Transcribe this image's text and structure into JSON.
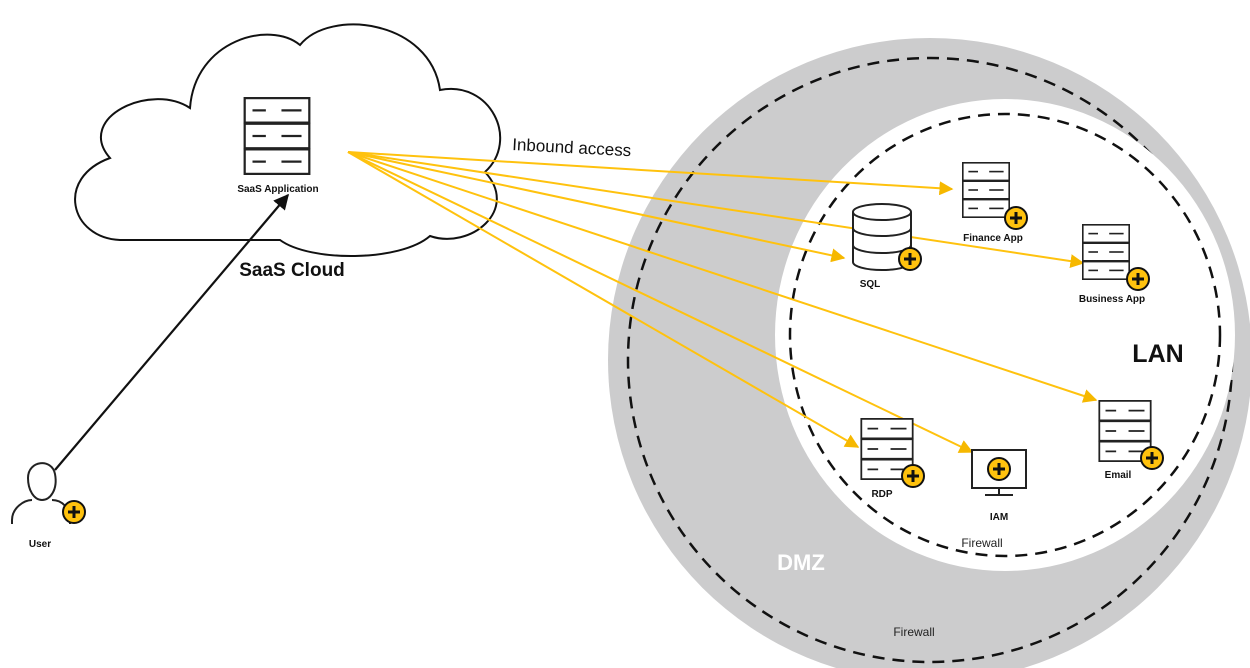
{
  "labels": {
    "saas_application": "SaaS Application",
    "saas_cloud": "SaaS Cloud",
    "inbound_access": "Inbound access",
    "user": "User",
    "finance_app": "Finance App",
    "business_app": "Business App",
    "sql": "SQL",
    "lan": "LAN",
    "email": "Email",
    "rdp": "RDP",
    "iam": "IAM",
    "firewall_inner": "Firewall",
    "firewall_outer": "Firewall",
    "dmz": "DMZ"
  },
  "colors": {
    "arrow": "#FFC20E",
    "badge": "#FFC20E",
    "dmz_fill": "#CCCCCD",
    "outline": "#111111"
  },
  "icons": {
    "server": "server-icon",
    "database": "database-icon",
    "monitor": "monitor-icon",
    "user": "user-icon",
    "badge": "plus-badge-icon"
  }
}
